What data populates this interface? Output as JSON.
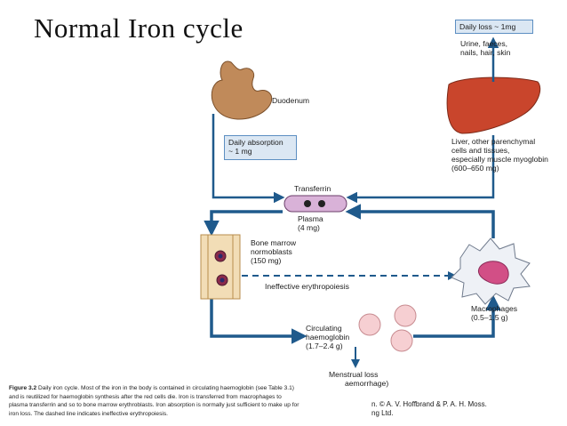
{
  "slide": {
    "title": "Normal Iron cycle"
  },
  "diagram": {
    "duodenum": "Duodenum",
    "daily_absorption": [
      "Daily absorption",
      "~ 1 mg"
    ],
    "daily_loss": "Daily loss ~ 1mg",
    "loss_routes": [
      "Urine, faeces,",
      "nails, hair, skin"
    ],
    "liver": [
      "Liver, other parenchymal",
      "cells and tissues,",
      "especially muscle myoglobin",
      "(600–650 mg)"
    ],
    "transferrin": "Transferrin",
    "plasma": [
      "Plasma",
      "(4 mg)"
    ],
    "bone_marrow": [
      "Bone marrow",
      "normoblasts",
      "(150 mg)"
    ],
    "ineffective": "Ineffective erythropoiesis",
    "macrophages": [
      "Macrophages",
      "(0.5–1.5 g)"
    ],
    "circulating": [
      "Circulating",
      "haemoglobin",
      "(1.7–2.4 g)"
    ],
    "menstrual": [
      "Menstrual loss",
      "aemorrhage)"
    ]
  },
  "caption": {
    "label": "Figure 3.2",
    "lines": [
      "Daily iron cycle. Most of the iron in the body is contained in circulating haemoglobin (see Table 3.1)",
      "and is reutilized for haemoglobin synthesis after the red cells die. Iron is transferred from macrophages to",
      "plasma transferrin and so to bone marrow erythroblasts. Iron absorption is normally just sufficient to make up for",
      "iron loss. The dashed line indicates ineffective erythropoiesis."
    ],
    "credit": [
      "n. © A. V. Hoffbrand & P. A. H. Moss.",
      "ng Ltd."
    ]
  },
  "colors": {
    "arrow": "#1f5a8c",
    "label_box": "#dbe7f3",
    "organ": "#c9452c",
    "rbc": "#f6cfd2"
  }
}
